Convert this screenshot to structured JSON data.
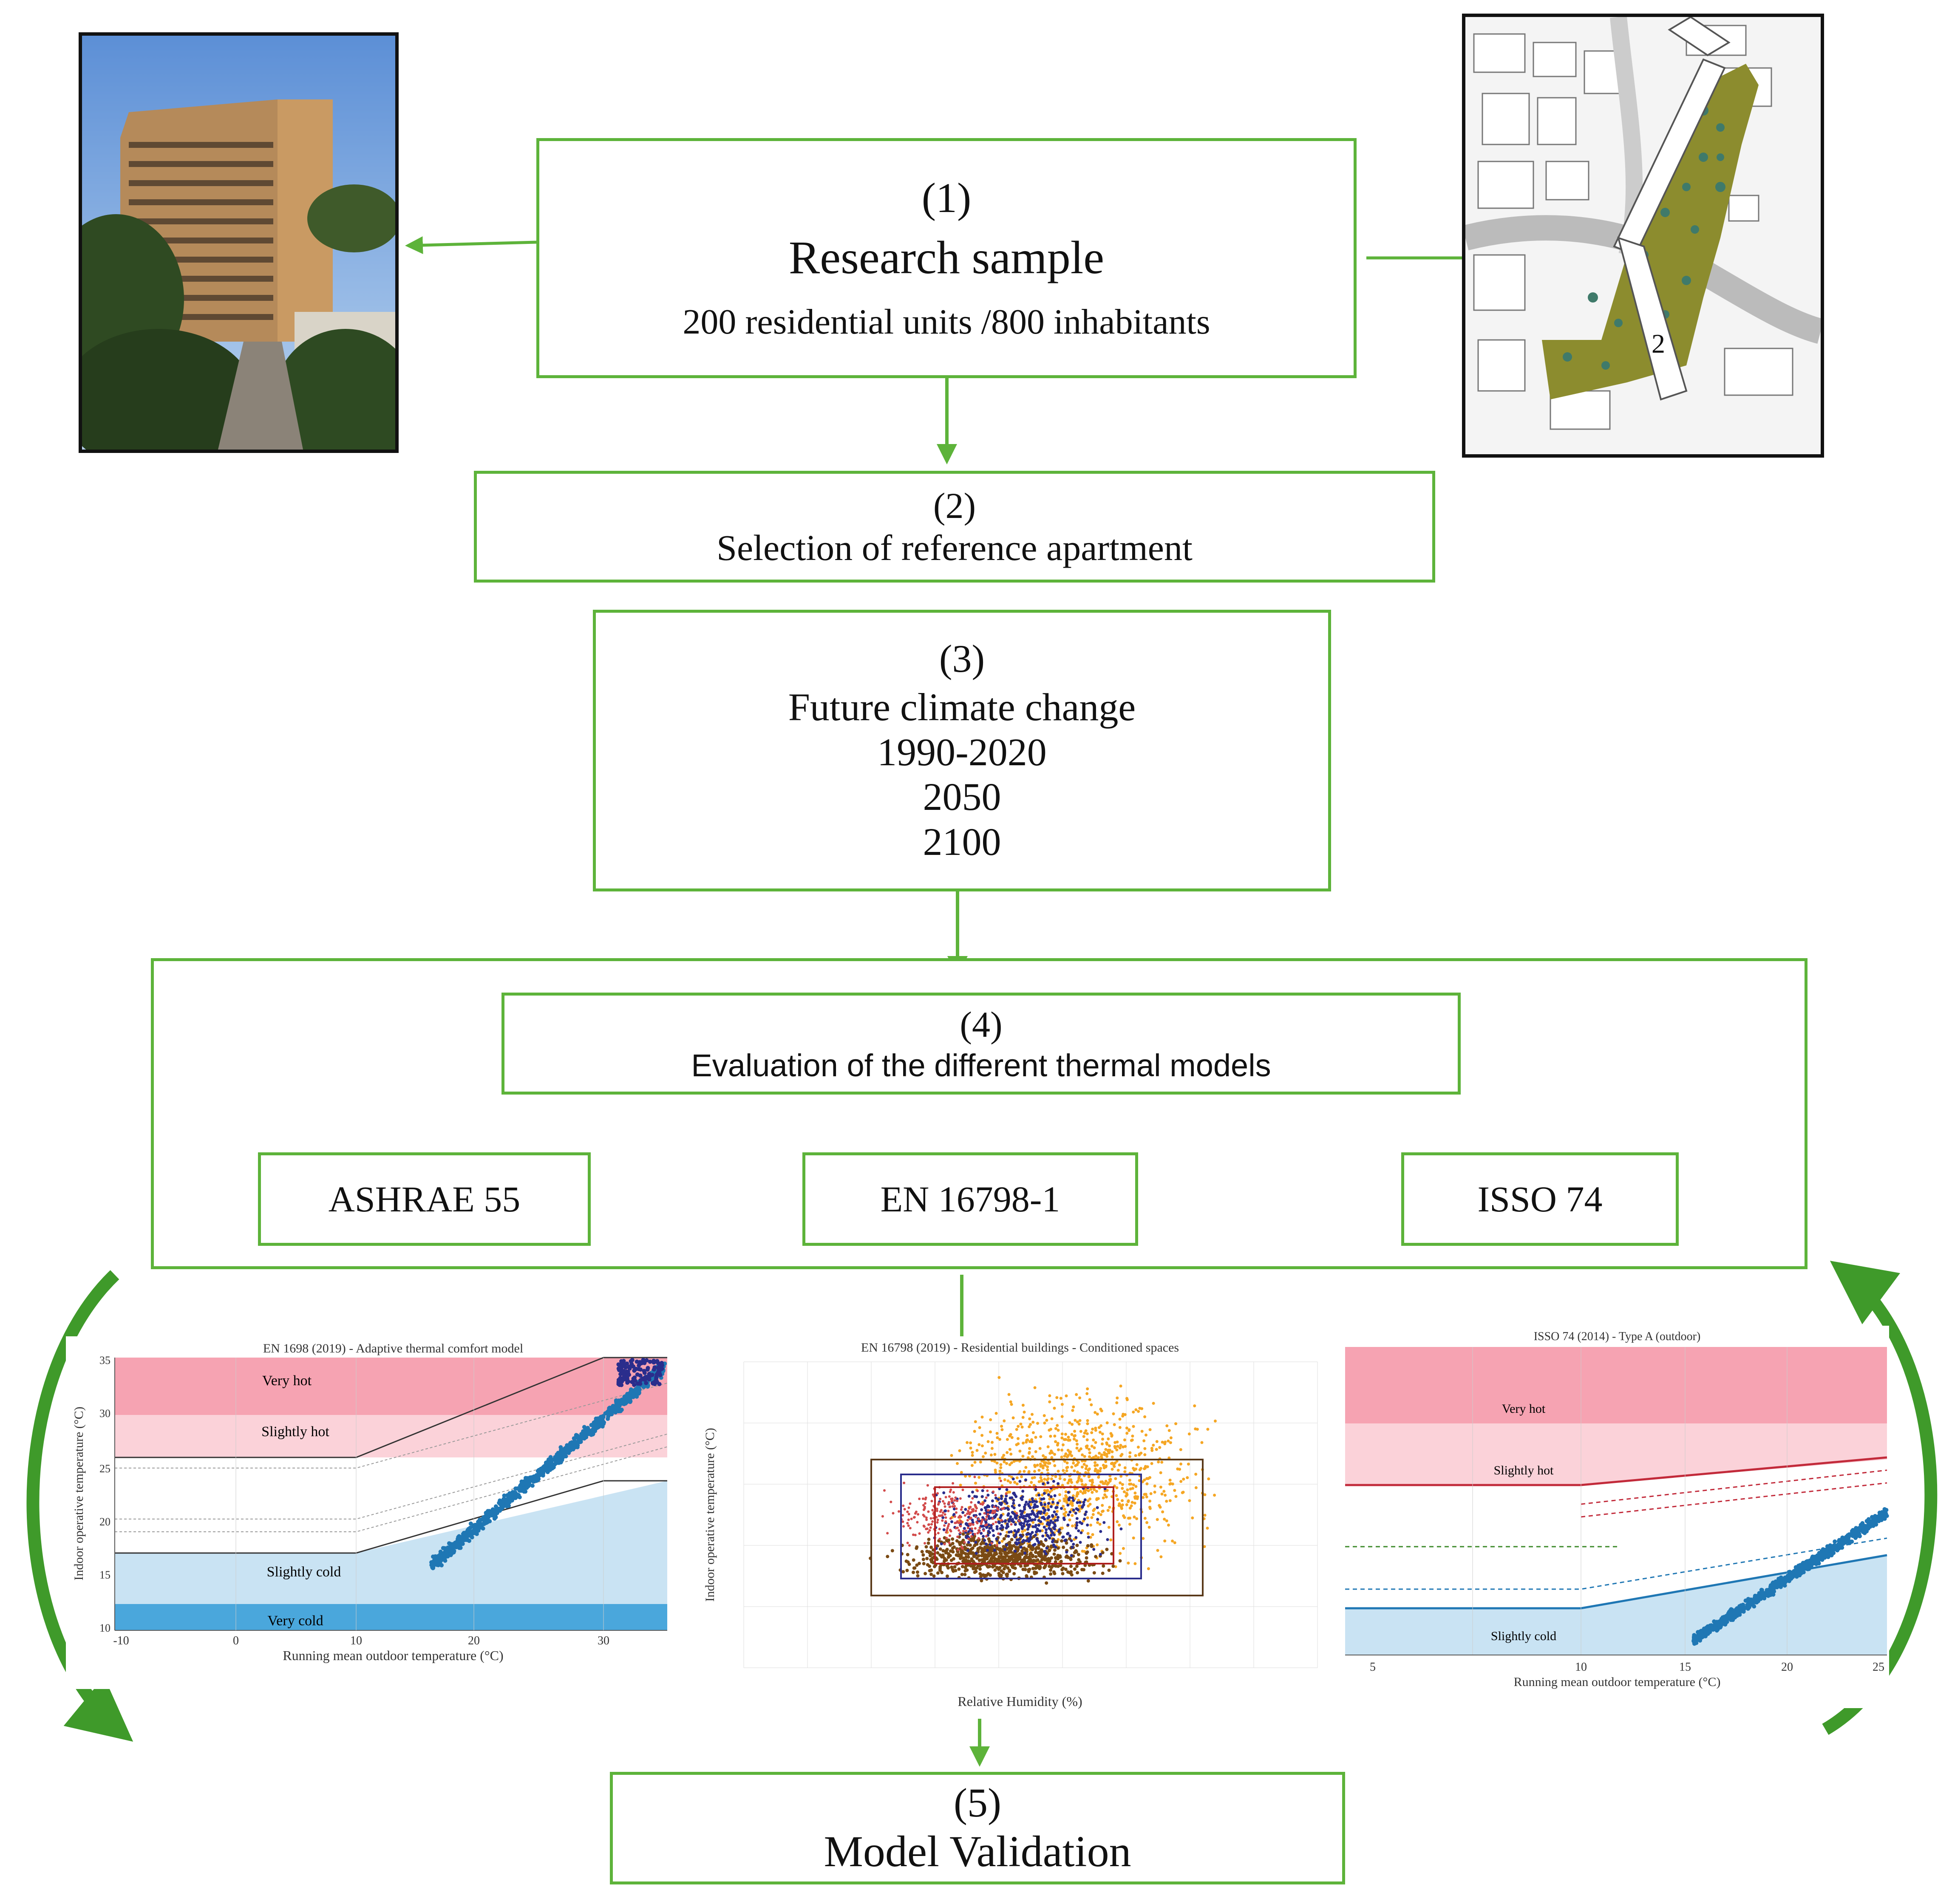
{
  "steps": {
    "s1": {
      "num": "(1)",
      "title": "Research sample",
      "sub": "200 residential units /800 inhabitants"
    },
    "s2": {
      "num": "(2)",
      "title": "Selection of reference apartment"
    },
    "s3": {
      "num": "(3)",
      "title": "Future climate change",
      "p1": "1990-2020",
      "p2": "2050",
      "p3": "2100"
    },
    "s4": {
      "num": "(4)",
      "title": "Evaluation of the different thermal models"
    },
    "s5": {
      "num": "(5)",
      "title": "Model Validation"
    }
  },
  "models": {
    "m1": "ASHRAE  55",
    "m2": "EN 16798-1",
    "m3": "ISSO 74"
  },
  "map_label": "2",
  "charts": {
    "c1": {
      "title": "EN 1698 (2019) - Adaptive thermal comfort model",
      "xlabel": "Running mean outdoor temperature (°C)",
      "ylabel": "Indoor operative temperature (°C)",
      "xticks": [
        "-10",
        "0",
        "10",
        "20",
        "30"
      ],
      "yticks": [
        "35",
        "30",
        "25",
        "20",
        "15",
        "10"
      ],
      "zones": {
        "very_hot": "Very hot",
        "slightly_hot": "Slightly hot",
        "slightly_cold": "Slightly cold",
        "very_cold": "Very cold"
      }
    },
    "c2": {
      "title": "EN 16798 (2019) - Residential buildings - Conditioned spaces",
      "xlabel": "Relative Humidity (%)",
      "ylabel": "Indoor operative temperature (°C)"
    },
    "c3": {
      "title": "ISSO 74 (2014) - Type A (outdoor)",
      "xlabel": "Running mean outdoor temperature (°C)",
      "xticks": [
        "5",
        "10",
        "15",
        "20",
        "25"
      ],
      "zones": {
        "very_hot": "Very hot",
        "slightly_hot": "Slightly hot",
        "slightly_cold": "Slightly cold"
      }
    }
  },
  "colors": {
    "frame": "#5db33a",
    "arrow_curve": "#3f9a2a",
    "points_blue": "#1f77b4",
    "points_orange": "#f5a623",
    "points_brown": "#7a4a14",
    "points_navy": "#2a2d8c",
    "hot": "#f5b2bd",
    "cold": "#b9dcf0"
  }
}
